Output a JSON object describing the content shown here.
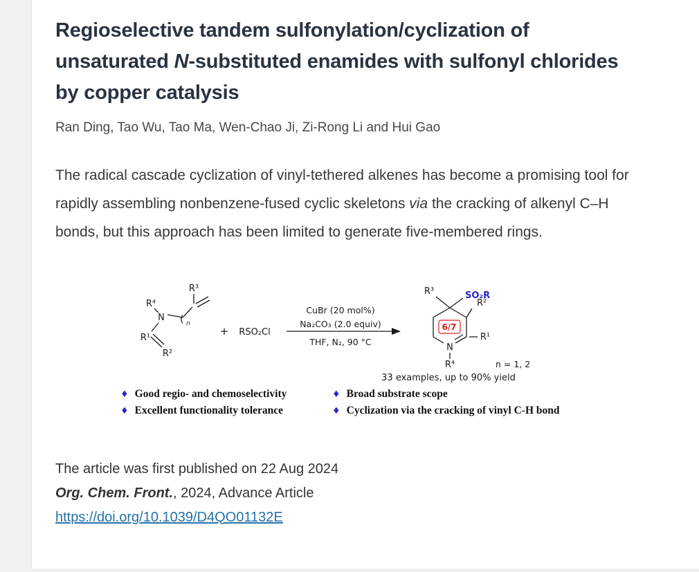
{
  "theme": {
    "accent_blue": "#2525d2",
    "accent_red": "#d92121",
    "link_blue": "#2471a9",
    "title_color": "#293340",
    "text_color": "#383838",
    "gutter_gray": "#eef0f2"
  },
  "article": {
    "title_prefix": "Regioselective tandem sulfonylation/cyclization of unsaturated ",
    "title_italic": "N",
    "title_suffix": "-substituted enamides with sulfonyl chlorides by copper catalysis",
    "authors": "Ran Ding, Tao Wu, Tao Ma, Wen-Chao Ji, Zi-Rong Li and Hui Gao",
    "abstract_before": "The radical cascade cyclization of vinyl-tethered alkenes has become a promising tool for rapidly assembling nonbenzene-fused cyclic skeletons ",
    "abstract_italic": "via",
    "abstract_after": " the cracking of alkenyl C–H bonds, but this approach has been limited to generate five-membered rings."
  },
  "scheme": {
    "diamond": "♦",
    "labels": {
      "r3_left": "R³",
      "r4_left": "R⁴",
      "n_left": "N",
      "r1_left": "R¹",
      "r2_left": "R²",
      "chain_paren": "(",
      "chain_n": "n",
      "plus": "+",
      "reagent": "RSO₂Cl",
      "cond_line1": "CuBr (20 mol%)",
      "cond_line2": "Na₂CO₃ (2.0 equiv)",
      "cond_line3": "THF, N₂, 90 °C",
      "r3_right": "R³",
      "so2r": "SO₂R",
      "r2_right": "R²",
      "ring_size": "6/7",
      "n_right": "N",
      "r1_right": "R¹",
      "r4_right": "R⁴",
      "n_values": "n = 1, 2",
      "yield_line": "33 examples, up to 90% yield"
    },
    "bullets_col1": [
      "Good regio- and chemoselectivity",
      "Excellent functionality tolerance"
    ],
    "bullets_col2": [
      "Broad substrate scope",
      "Cyclization via the cracking of vinyl C-H bond"
    ]
  },
  "footer": {
    "published": "The article was first published on 22 Aug 2024",
    "journal": "Org. Chem. Front.",
    "citation_rest": ", 2024, Advance Article",
    "doi": "https://doi.org/10.1039/D4QO01132E"
  }
}
